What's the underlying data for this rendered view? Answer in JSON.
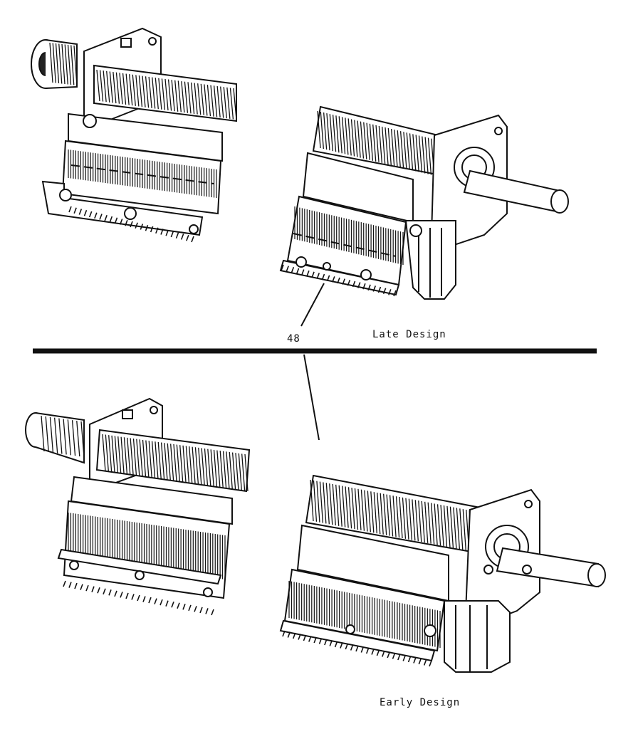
{
  "figure": {
    "callout_number": "48",
    "top_caption": "Late Design",
    "bottom_caption": "Early Design",
    "line_color": "#111111",
    "background": "#ffffff"
  }
}
